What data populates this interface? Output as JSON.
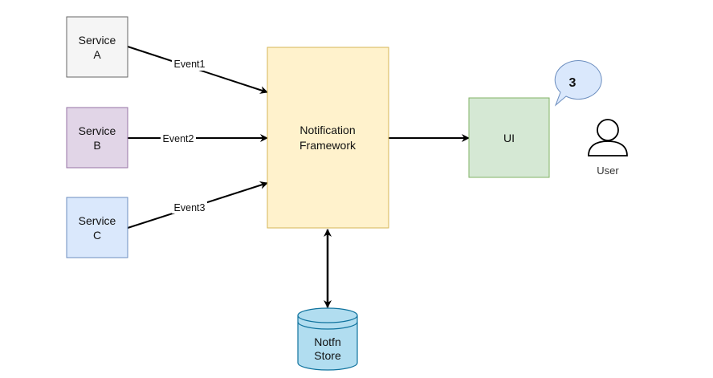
{
  "nodes": {
    "service_a": {
      "line1": "Service",
      "line2": "A",
      "fill": "#f5f5f5",
      "stroke": "#666666"
    },
    "service_b": {
      "line1": "Service",
      "line2": "B",
      "fill": "#e1d5e7",
      "stroke": "#9673a6"
    },
    "service_c": {
      "line1": "Service",
      "line2": "C",
      "fill": "#dae8fc",
      "stroke": "#6c8ebf"
    },
    "framework": {
      "line1": "Notification",
      "line2": "Framework",
      "fill": "#fff2cc",
      "stroke": "#d6b656"
    },
    "ui": {
      "label": "UI",
      "fill": "#d5e8d4",
      "stroke": "#82b366"
    },
    "store": {
      "line1": "Notfn",
      "line2": "Store",
      "fill": "#b1ddf0",
      "stroke": "#10739e"
    },
    "bubble": {
      "label": "3",
      "fill": "#dae8fc",
      "stroke": "#6c8ebf"
    },
    "user": {
      "label": "User",
      "icon": "user-icon"
    }
  },
  "edges": {
    "event1": {
      "label": "Event1"
    },
    "event2": {
      "label": "Event2"
    },
    "event3": {
      "label": "Event3"
    }
  }
}
